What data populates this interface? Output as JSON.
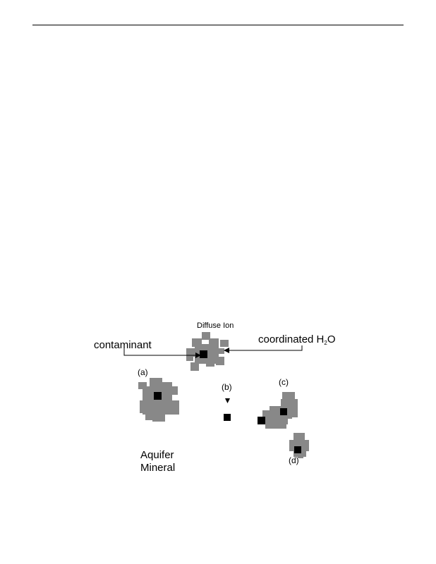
{
  "diagram": {
    "labels": {
      "diffuse_ion": "Diffuse Ion",
      "contaminant": "contaminant",
      "coordinated_prefix": "coordinated H",
      "coordinated_sub": "2",
      "coordinated_suffix": "O",
      "a": "(a)",
      "b": "(b)",
      "c": "(c)",
      "d": "(d)",
      "aquifer_line1": "Aquifer",
      "aquifer_line2": "Mineral"
    },
    "colors": {
      "water_cluster": "#888888",
      "contaminant": "#000000",
      "line": "#000000"
    }
  }
}
